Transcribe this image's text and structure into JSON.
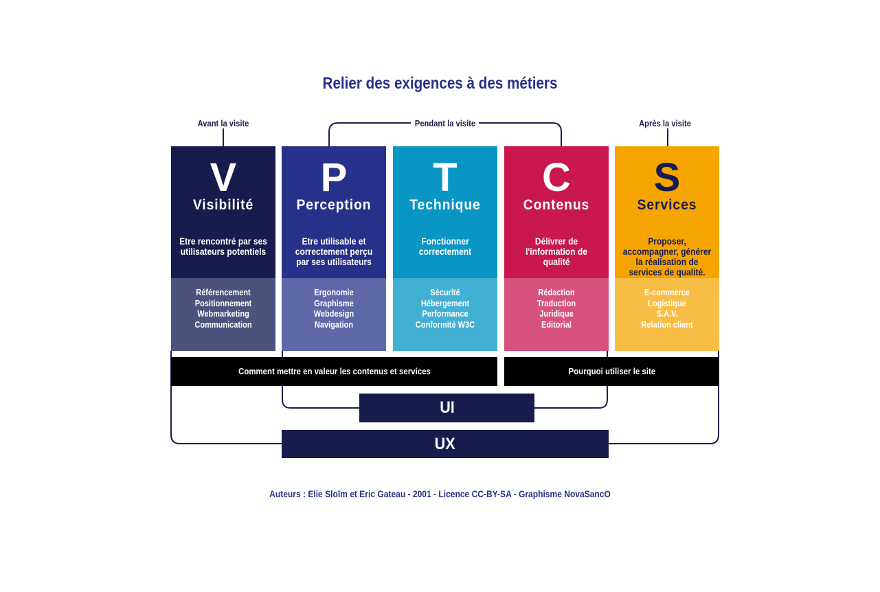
{
  "title": "Relier des exigences à des métiers",
  "phases": {
    "before": "Avant la visite",
    "during": "Pendant la visite",
    "after": "Après la visite"
  },
  "columns": [
    {
      "letter": "V",
      "name": "Visibilité",
      "description": "Etre rencontré par ses utilisateurs potentiels",
      "jobs": [
        "Référencement",
        "Positionnement",
        "Webmarketing",
        "Communication"
      ],
      "color_top": "#171c4c",
      "color_bottom": "#4b527b",
      "letter_color": "#ffffff"
    },
    {
      "letter": "P",
      "name": "Perception",
      "description": "Etre utilisable et correctement perçu par ses utilisateurs",
      "jobs": [
        "Ergonomie",
        "Graphisme",
        "Webdesign",
        "Navigation"
      ],
      "color_top": "#263189",
      "color_bottom": "#5e68a9",
      "letter_color": "#ffffff"
    },
    {
      "letter": "T",
      "name": "Technique",
      "description": "Fonctionner correctement",
      "jobs": [
        "Sécurité",
        "Hébergement",
        "Performance",
        "Conformité W3C"
      ],
      "color_top": "#0896c4",
      "color_bottom": "#42b0d3",
      "letter_color": "#ffffff"
    },
    {
      "letter": "C",
      "name": "Contenus",
      "description": "Délivrer de l'information de qualité",
      "jobs": [
        "Rédaction",
        "Traduction",
        "Juridique",
        "Editorial"
      ],
      "color_top": "#c9174f",
      "color_bottom": "#d6527c",
      "letter_color": "#ffffff"
    },
    {
      "letter": "S",
      "name": "Services",
      "description": "Proposer, accompagner, générer la réalisation de services de qualité.",
      "jobs": [
        "E-commerce",
        "Logistique",
        "S.A.V.",
        "Relation client"
      ],
      "color_top": "#f5a400",
      "color_bottom": "#f7bd44",
      "letter_color": "#171c4c"
    }
  ],
  "bars": {
    "left": "Comment mettre en valeur les contenus et services",
    "right": "Pourquoi utiliser le site"
  },
  "ui_label": "UI",
  "ux_label": "UX",
  "footer": "Auteurs : Elie Sloïm et Eric Gateau - 2001 - Licence CC-BY-SA - Graphisme NovaSancO"
}
